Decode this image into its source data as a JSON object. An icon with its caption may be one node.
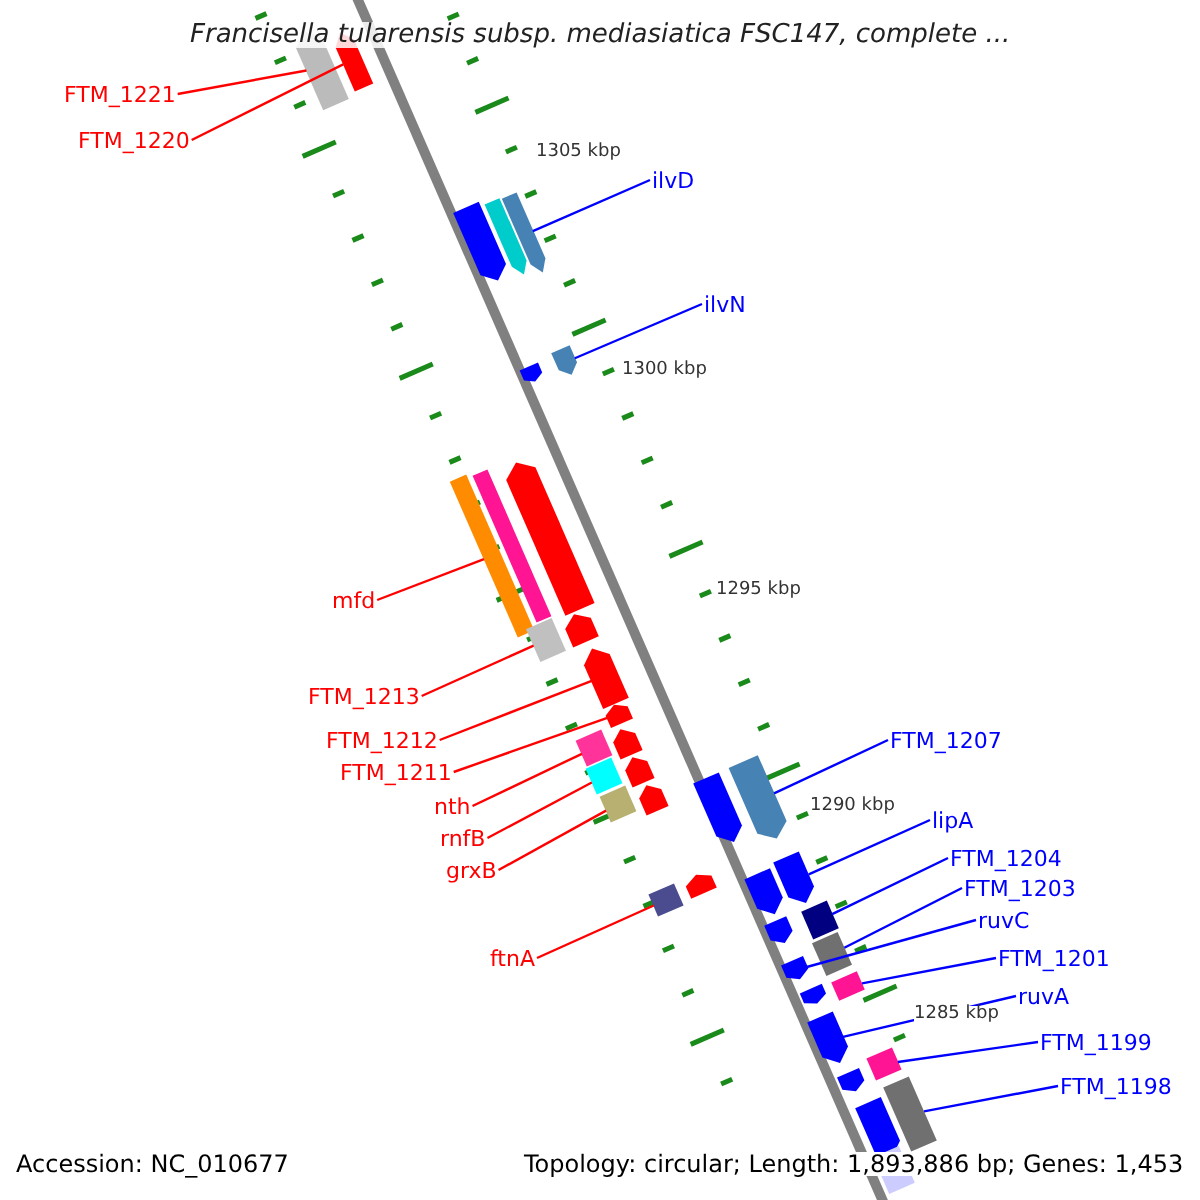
{
  "diagram": {
    "title": "Francisella tularensis subsp. mediasiatica FSC147, complete ...",
    "nodes": [
      {
        "text": [
          "FTM_1221"
        ]
      },
      {
        "text": [
          "FTM_1220"
        ]
      },
      {
        "text": [
          "ilvD"
        ]
      },
      {
        "text": [
          "ilvN"
        ]
      },
      {
        "text": [
          "mfd"
        ]
      },
      {
        "text": [
          "FTM_1213"
        ]
      },
      {
        "text": [
          "FTM_1212"
        ]
      },
      {
        "text": [
          "FTM_1211"
        ]
      },
      {
        "text": [
          "FTM_1207"
        ]
      },
      {
        "text": [
          "nth"
        ]
      },
      {
        "text": [
          "rnfB"
        ]
      },
      {
        "text": [
          "grxB"
        ]
      },
      {
        "text": [
          "lipA"
        ]
      },
      {
        "text": [
          "FTM_1204"
        ]
      },
      {
        "text": [
          "FTM_1203"
        ]
      },
      {
        "text": [
          "ruvC"
        ]
      },
      {
        "text": [
          "FTM_1201"
        ]
      },
      {
        "text": [
          "ruvA"
        ]
      },
      {
        "text": [
          "ftnA"
        ]
      },
      {
        "text": [
          "FTM_1199"
        ]
      },
      {
        "text": [
          "FTM_1198"
        ]
      },
      {
        "text": [],
        "shape": "box"
      },
      {
        "text": [],
        "shape": "box"
      },
      {
        "text": [],
        "shape": "box"
      },
      {
        "text": [],
        "shape": "box"
      },
      {
        "text": [],
        "shape": "box"
      },
      {
        "text": [],
        "shape": "box"
      },
      {
        "text": [],
        "shape": "box"
      },
      {
        "text": [],
        "shape": "box"
      },
      {
        "text": [],
        "shape": "box"
      },
      {
        "text": [],
        "shape": "box"
      },
      {
        "text": [],
        "shape": "box"
      },
      {
        "text": [],
        "shape": "box"
      },
      {
        "text": [],
        "shape": "box"
      },
      {
        "text": [],
        "shape": "box"
      },
      {
        "text": [],
        "shape": "box"
      },
      {
        "text": [],
        "shape": "box"
      },
      {
        "text": [],
        "shape": "box"
      },
      {
        "text": [],
        "shape": "box"
      },
      {
        "text": [],
        "shape": "box"
      },
      {
        "text": [],
        "shape": "box"
      },
      {
        "text": [],
        "shape": "box"
      },
      {
        "text": [],
        "shape": "box"
      },
      {
        "text": [],
        "shape": "box"
      },
      {
        "text": [],
        "shape": "box"
      },
      {
        "text": [],
        "shape": "box"
      },
      {
        "text": [],
        "shape": "box"
      },
      {
        "text": [],
        "shape": "box"
      },
      {
        "text": [],
        "shape": "box"
      },
      {
        "text": [],
        "shape": "box"
      },
      {
        "text": [],
        "shape": "box"
      },
      {
        "text": [],
        "shape": "box"
      },
      {
        "text": [],
        "shape": "box"
      },
      {
        "text": [],
        "shape": "box"
      },
      {
        "text": [],
        "shape": "box"
      },
      {
        "text": [],
        "shape": "box"
      },
      {
        "text": [],
        "shape": "box"
      },
      {
        "text": [],
        "shape": "box"
      },
      {
        "text": [],
        "shape": "box"
      }
    ],
    "edges": [
      {
        "from": 0,
        "to": 21,
        "arrow": "none",
        "color": "#ff0000"
      },
      {
        "from": 1,
        "to": 22,
        "arrow": "none",
        "color": "#ff0000"
      },
      {
        "from": 2,
        "to": 23,
        "arrow": "none"
      },
      {
        "from": 3,
        "to": 24,
        "arrow": "none"
      },
      {
        "from": 4,
        "to": 25,
        "arrow": "none",
        "color": "#ff0000"
      },
      {
        "from": 5,
        "to": 26,
        "arrow": "none",
        "color": "#ff0000"
      },
      {
        "from": 6,
        "to": 27,
        "arrow": "none",
        "color": "#ff0000"
      },
      {
        "from": 7,
        "to": 28,
        "arrow": "none",
        "color": "#ff0000"
      },
      {
        "from": 8,
        "to": 29,
        "arrow": "none"
      },
      {
        "from": 9,
        "to": 30,
        "arrow": "none",
        "color": "#ff0000"
      },
      {
        "from": 10,
        "to": 31,
        "arrow": "none",
        "color": "#ff0000"
      },
      {
        "from": 11,
        "to": 32,
        "arrow": "none",
        "color": "#ff0000"
      },
      {
        "from": 12,
        "to": 33,
        "arrow": "none"
      },
      {
        "from": 13,
        "to": 34,
        "arrow": "none"
      },
      {
        "from": 14,
        "to": 35,
        "arrow": "none"
      },
      {
        "from": 15,
        "to": 36,
        "arrow": "none"
      },
      {
        "from": 16,
        "to": 37,
        "arrow": "none"
      },
      {
        "from": 17,
        "to": 38,
        "arrow": "none"
      },
      {
        "from": 18,
        "to": 39,
        "arrow": "none",
        "color": "#ff0000"
      },
      {
        "from": 19,
        "to": 40,
        "arrow": "none"
      },
      {
        "from": 20,
        "to": 41,
        "arrow": "none"
      }
    ],
    "labels": [
      "1305 kbp",
      "1300 kbp",
      "1295 kbp",
      "1290 kbp",
      "1285 kbp",
      "Accession: NC_010677",
      "Topology: circular; Length: 1,893,886 bp; Genes: 1,453"
    ]
  }
}
